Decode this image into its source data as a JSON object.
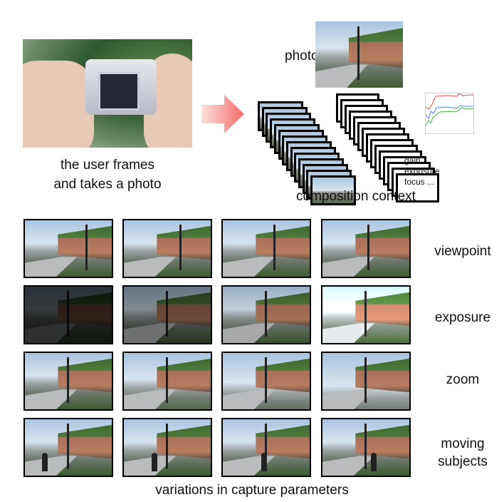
{
  "left_caption": {
    "line1": "the user frames",
    "line2": "and takes a photo"
  },
  "photo_label": "photo",
  "composition_context_label": "composition context",
  "capture_parameters": [
    "gain",
    "exposure",
    "focus ..."
  ],
  "graph_colors": {
    "red": "#e05050",
    "blue": "#5080e0",
    "green": "#40b040"
  },
  "rows": [
    {
      "label": "viewpoint",
      "brightness": [
        1,
        1,
        1,
        1
      ]
    },
    {
      "label": "exposure",
      "brightness": [
        0.25,
        0.6,
        0.9,
        1.25
      ]
    },
    {
      "label": "zoom",
      "brightness": [
        1,
        1,
        1,
        1
      ]
    },
    {
      "label": "moving subjects",
      "brightness": [
        1,
        1,
        1,
        1
      ]
    }
  ],
  "bottom_caption": "variations in capture parameters",
  "arrow_color": "#f26b6b"
}
